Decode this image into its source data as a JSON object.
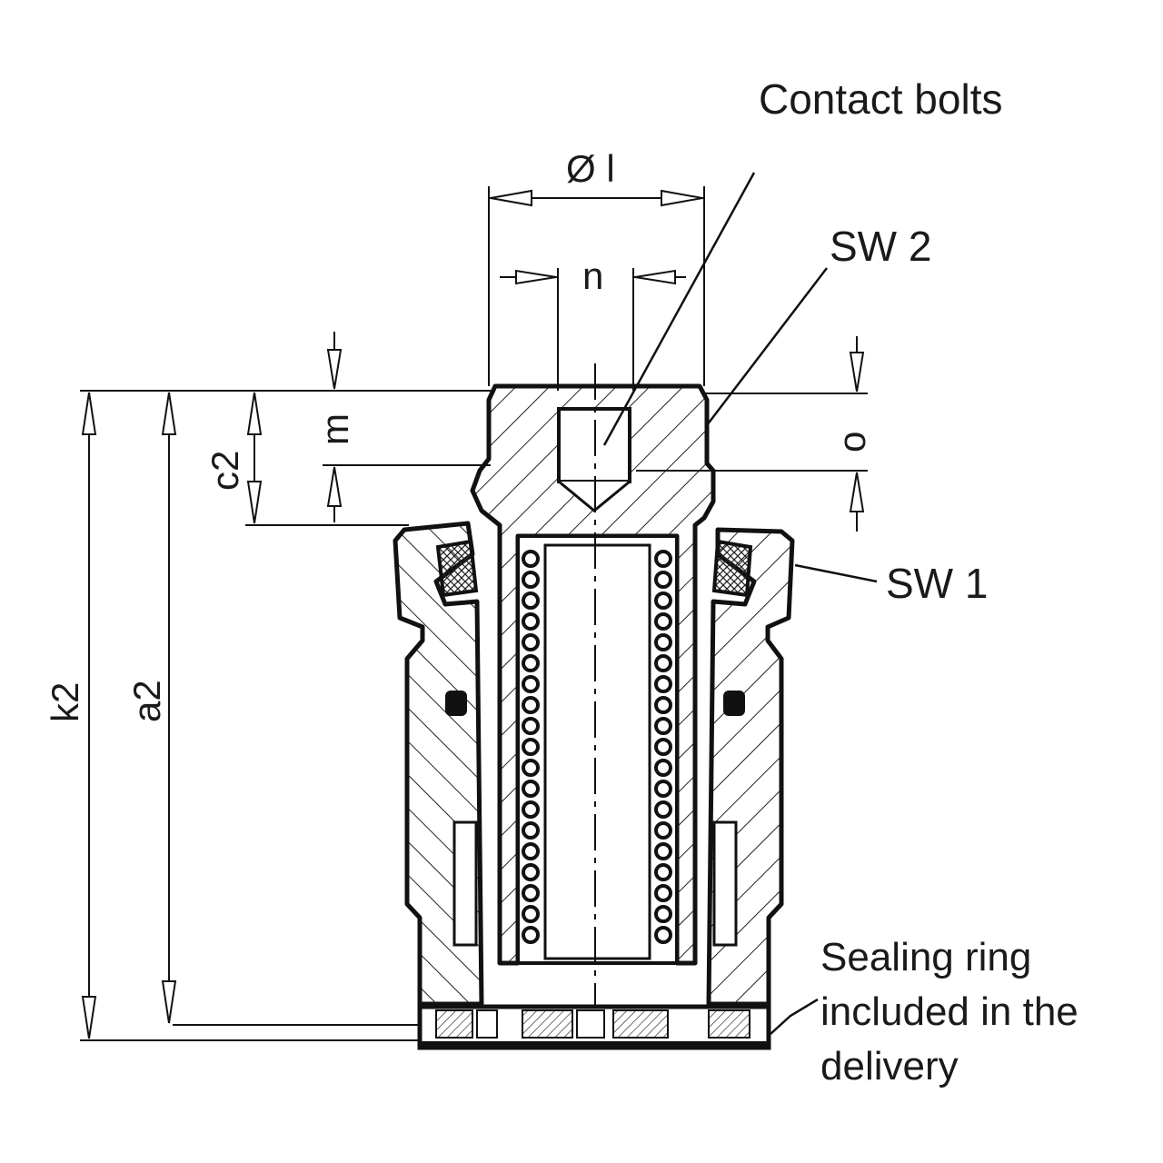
{
  "labels": {
    "contact_bolts": "Contact bolts",
    "sw2": "SW 2",
    "sw1": "SW 1",
    "diameter_l": "Ø l",
    "n": "n",
    "m": "m",
    "o": "o",
    "c2": "c2",
    "a2": "a2",
    "k2": "k2",
    "sealing_ring_line1": "Sealing ring",
    "sealing_ring_line2": "included in the",
    "sealing_ring_line3": "delivery"
  },
  "colors": {
    "line": "#111111",
    "background": "#ffffff",
    "hatch": "#222222"
  }
}
